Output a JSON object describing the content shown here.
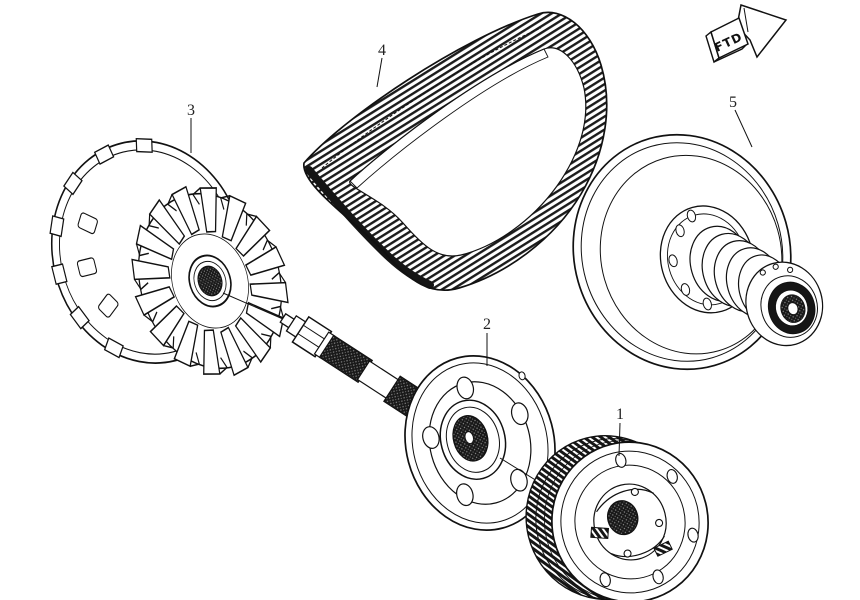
{
  "figure": {
    "background": "#ffffff",
    "ink": "#111111",
    "direction_arrow": {
      "label": "FTD"
    },
    "callouts": [
      {
        "ref": "1"
      },
      {
        "ref": "2"
      },
      {
        "ref": "3"
      },
      {
        "ref": "4"
      },
      {
        "ref": "5"
      }
    ]
  }
}
